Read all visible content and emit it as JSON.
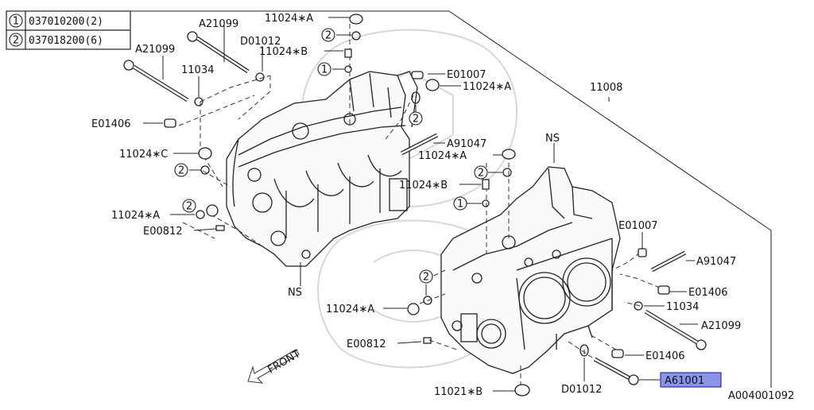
{
  "legend": [
    {
      "num": "1",
      "code": "037010200(2)"
    },
    {
      "num": "2",
      "code": "037018200(6)"
    }
  ],
  "labels": {
    "a21099_top": "A21099",
    "a21099_left": "A21099",
    "a21099_right": "A21099",
    "n11024a_top": "11024∗A",
    "n11024a_top_right": "11024∗A",
    "n11024a_mid": "11024∗A",
    "n11024a_left": "11024∗A",
    "n11024a_bottom": "11024∗A",
    "n11024b_top": "11024∗B",
    "n11024b_mid": "11024∗B",
    "n11024c": "11024∗C",
    "d01012_top": "D01012",
    "d01012_bottom": "D01012",
    "n11034_top": "11034",
    "n11034_right": "11034",
    "e01007_top": "E01007",
    "e01007_right": "E01007",
    "e01406_left": "E01406",
    "e01406_right_top": "E01406",
    "e01406_right_bottom": "E01406",
    "a91047_top": "A91047",
    "a91047_right": "A91047",
    "e00812_left": "E00812",
    "e00812_bottom": "E00812",
    "n11008": "11008",
    "ns_top": "NS",
    "ns_left": "NS",
    "n11021b": "11021∗B",
    "a61001": "A61001",
    "diagram_code": "A004001092",
    "front": "FRONT",
    "circle1": "1",
    "circle2": "2"
  },
  "colors": {
    "line": "#222222",
    "highlight_fill": "#8a94e8",
    "highlight_stroke": "#2b2fa8"
  }
}
